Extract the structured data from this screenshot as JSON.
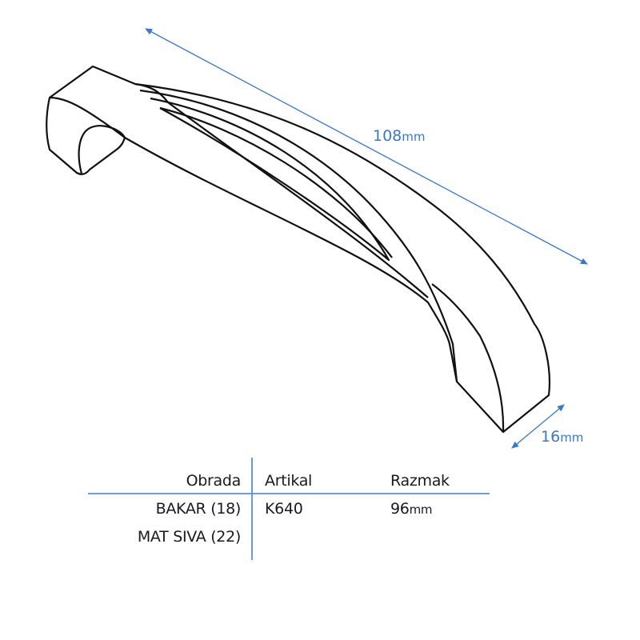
{
  "dimensions": {
    "length_value": "108",
    "length_unit": "mm",
    "width_value": "16",
    "width_unit": "mm"
  },
  "table": {
    "headers": [
      "Obrada",
      "Artikal",
      "Razmak"
    ],
    "finishes": [
      "BAKAR (18)",
      "MAT SIVA (22)"
    ],
    "article": "K640",
    "spacing_value": "96",
    "spacing_unit": "mm"
  },
  "colors": {
    "accent": "#3a78c8",
    "line": "#111111"
  }
}
